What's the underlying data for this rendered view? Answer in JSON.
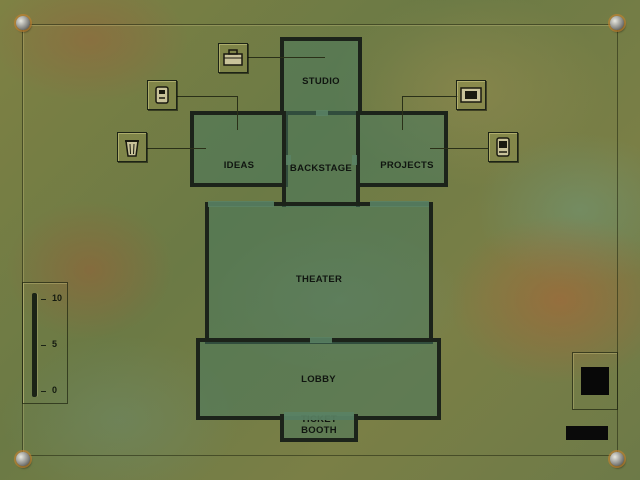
{
  "map": {
    "rooms": {
      "studio": "STUDIO",
      "backstage": "BACKSTAGE",
      "ideas": "IDEAS",
      "projects": "PROJECTS",
      "theater": "THEATER",
      "lobby": "LOBBY",
      "ticket_booth_line1": "TICKET",
      "ticket_booth_line2": "BOOTH"
    }
  },
  "icons": {
    "studio": "toolbox-icon",
    "ideas_upper": "projector-icon",
    "ideas_lower": "trash-bin-icon",
    "projects_upper": "film-frame-icon",
    "projects_lower": "film-reel-icon"
  },
  "gauge": {
    "max_label": "10",
    "mid_label": "5",
    "min_label": "0",
    "level": 0.0
  },
  "colors": {
    "wall": "#1c231a",
    "floor": "#4f7c5f",
    "metal": "#6f7a3e"
  }
}
